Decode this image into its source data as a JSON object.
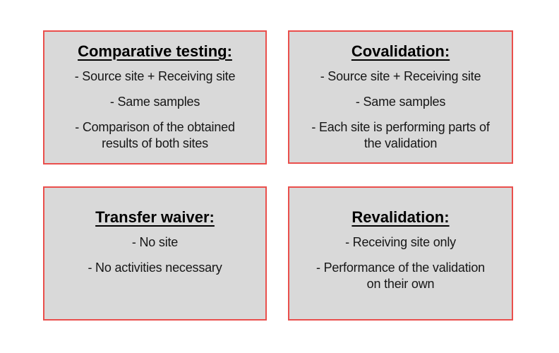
{
  "canvas": {
    "background_color": "#ffffff",
    "box_fill_color": "#d9d9d9",
    "box_border_color": "#ea4f4c",
    "text_color": "#111111"
  },
  "boxes": [
    {
      "id": "comparative-testing",
      "title": "Comparative testing:",
      "bullets": [
        "- Source site + Receiving site",
        "- Same samples",
        "- Comparison of the obtained\nresults of both sites"
      ]
    },
    {
      "id": "covalidation",
      "title": "Covalidation:",
      "bullets": [
        "- Source site + Receiving site",
        "- Same samples",
        "- Each site is performing parts of\nthe validation"
      ]
    },
    {
      "id": "transfer-waiver",
      "title": "Transfer waiver:",
      "bullets": [
        "- No site",
        "- No activities necessary"
      ]
    },
    {
      "id": "revalidation",
      "title": "Revalidation:",
      "bullets": [
        "- Receiving site only",
        "- Performance of the validation\non their own"
      ]
    }
  ]
}
